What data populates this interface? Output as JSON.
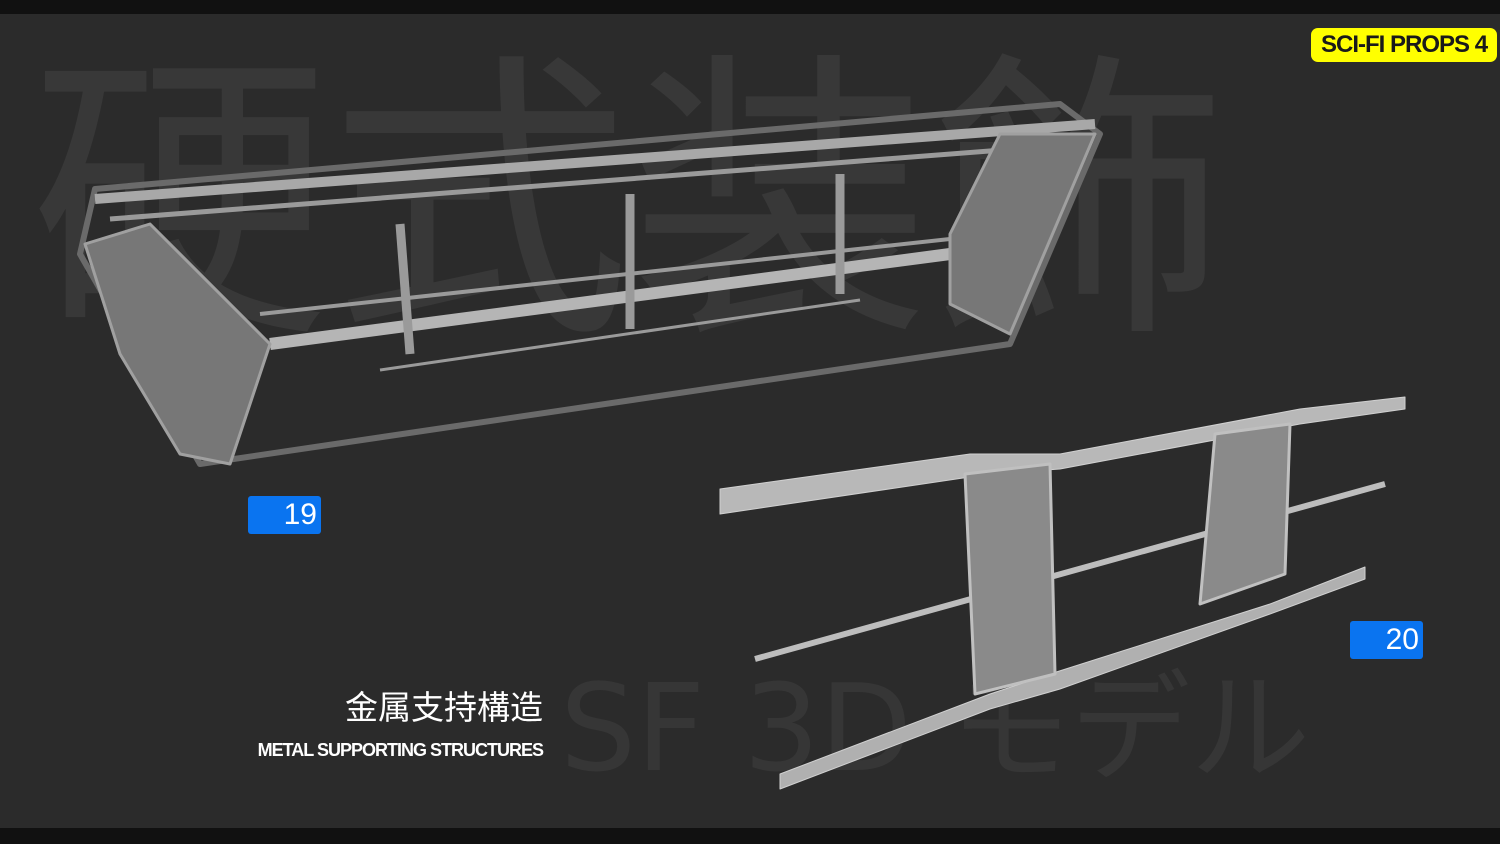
{
  "badge": "SCI-FI PROPS 4",
  "watermark": {
    "kanji": "硬式装飾",
    "latin": "SF 3D モデル"
  },
  "items": [
    {
      "number": "19"
    },
    {
      "number": "20"
    }
  ],
  "caption": {
    "japanese": "金属支持構造",
    "english": "METAL SUPPORTING STRUCTURES"
  },
  "colors": {
    "badge": "#ffff00",
    "number_badge": "#0a74f0",
    "background": "#2b2b2b"
  }
}
